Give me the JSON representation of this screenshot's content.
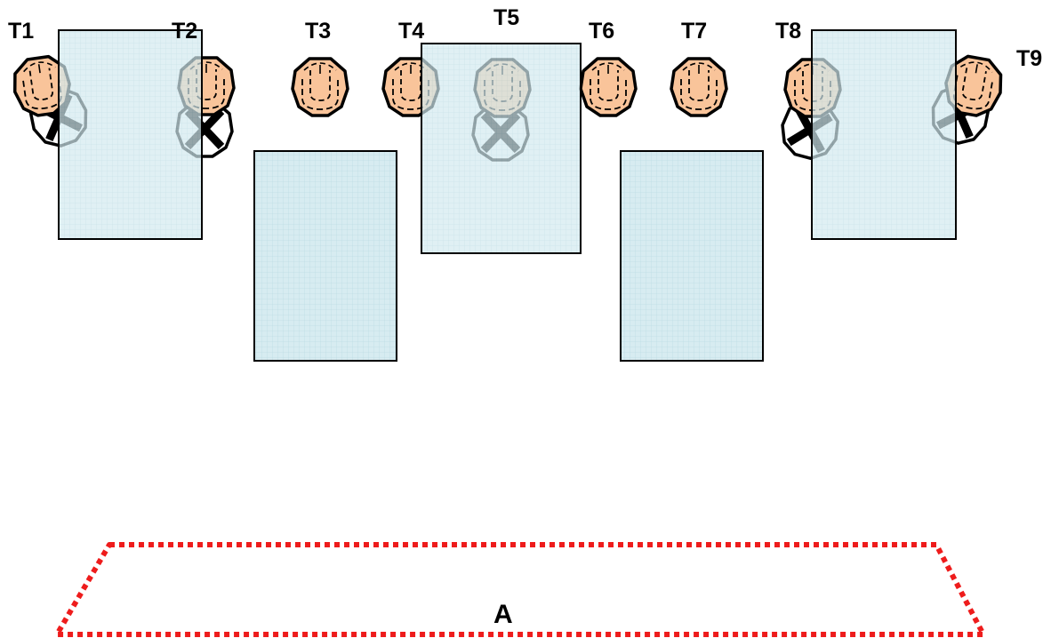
{
  "labels": {
    "t1": "T1",
    "t2": "T2",
    "t3": "T3",
    "t4": "T4",
    "t5": "T5",
    "t6": "T6",
    "t7": "T7",
    "t8": "T8",
    "t9": "T9",
    "area": "A"
  },
  "colors": {
    "head_fill": "#f9c49a",
    "panel_fill": "#d3eaf0",
    "panel_grid": "#b7d8e0",
    "boundary": "#ee1c1c",
    "outline": "#000000",
    "background": "#ffffff"
  },
  "icons": {
    "person": "person-head-icon",
    "crossed": "crossed-circle-icon"
  }
}
